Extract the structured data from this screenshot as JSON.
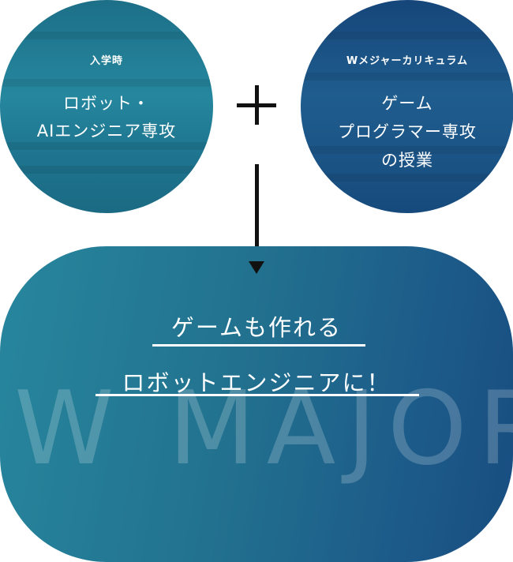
{
  "left_circle": {
    "label": "入学時",
    "title_line1": "ロボット・",
    "title_line2": "AIエンジニア専攻",
    "color": "#25879e"
  },
  "plus_icon": "plus-icon",
  "right_circle": {
    "label": "Wメジャーカリキュラム",
    "title_line1": "ゲーム",
    "title_line2": "プログラマー専攻",
    "title_line3": "の授業",
    "color": "#1f5d8e"
  },
  "arrow_icon": "arrow-down-icon",
  "result": {
    "line1": "ゲームも作れる",
    "line2": "ロボットエンジニアに！",
    "watermark": "W MAJOR"
  }
}
